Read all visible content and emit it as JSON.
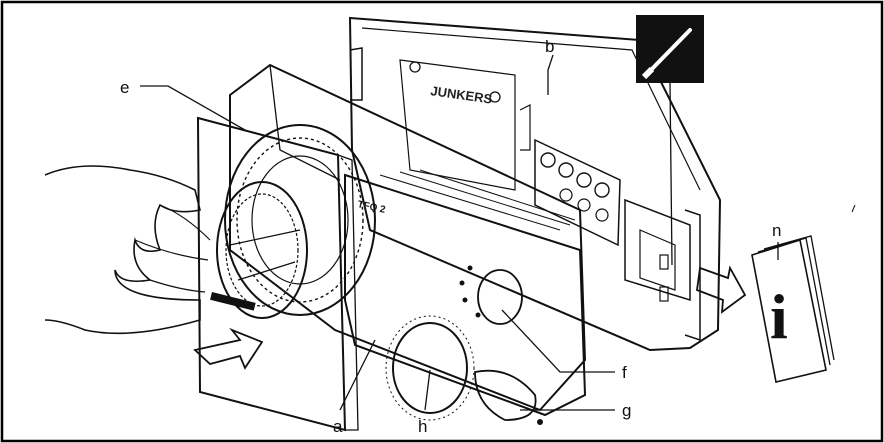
{
  "labels": {
    "a": "a",
    "b": "b",
    "e": "e",
    "f": "f",
    "g": "g",
    "h": "h",
    "n": "n"
  },
  "brand": "JUNKERS",
  "model": "TFQ 2",
  "icons": {
    "tool": "screwdriver-icon",
    "info": "info-icon"
  },
  "colors": {
    "ink": "#111111",
    "frame": "#000000",
    "paper": "#ffffff"
  }
}
